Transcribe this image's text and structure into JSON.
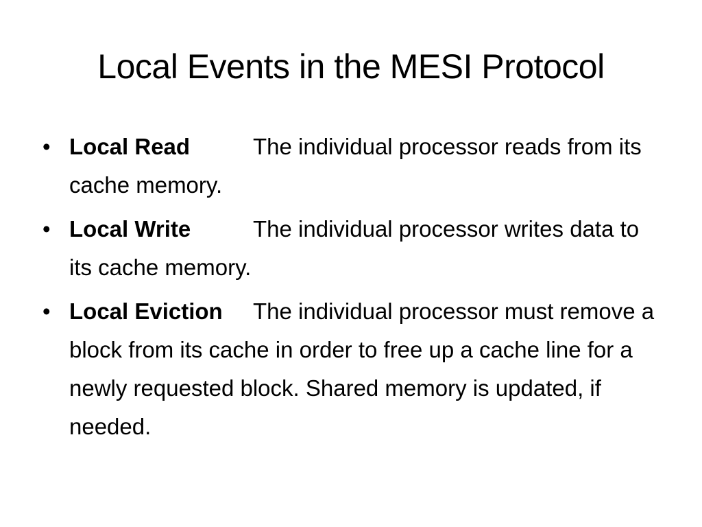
{
  "slide": {
    "title": "Local Events in the MESI Protocol",
    "bullet_glyph": "•",
    "items": [
      {
        "term": "Local Read",
        "description": "The individual processor reads from its cache memory."
      },
      {
        "term": "Local Write",
        "description": "The individual processor writes data to its cache memory."
      },
      {
        "term": "Local Eviction",
        "description": "The individual processor must remove a block from its cache in order to free up a cache line for a newly requested block. Shared memory is updated, if needed."
      }
    ]
  }
}
